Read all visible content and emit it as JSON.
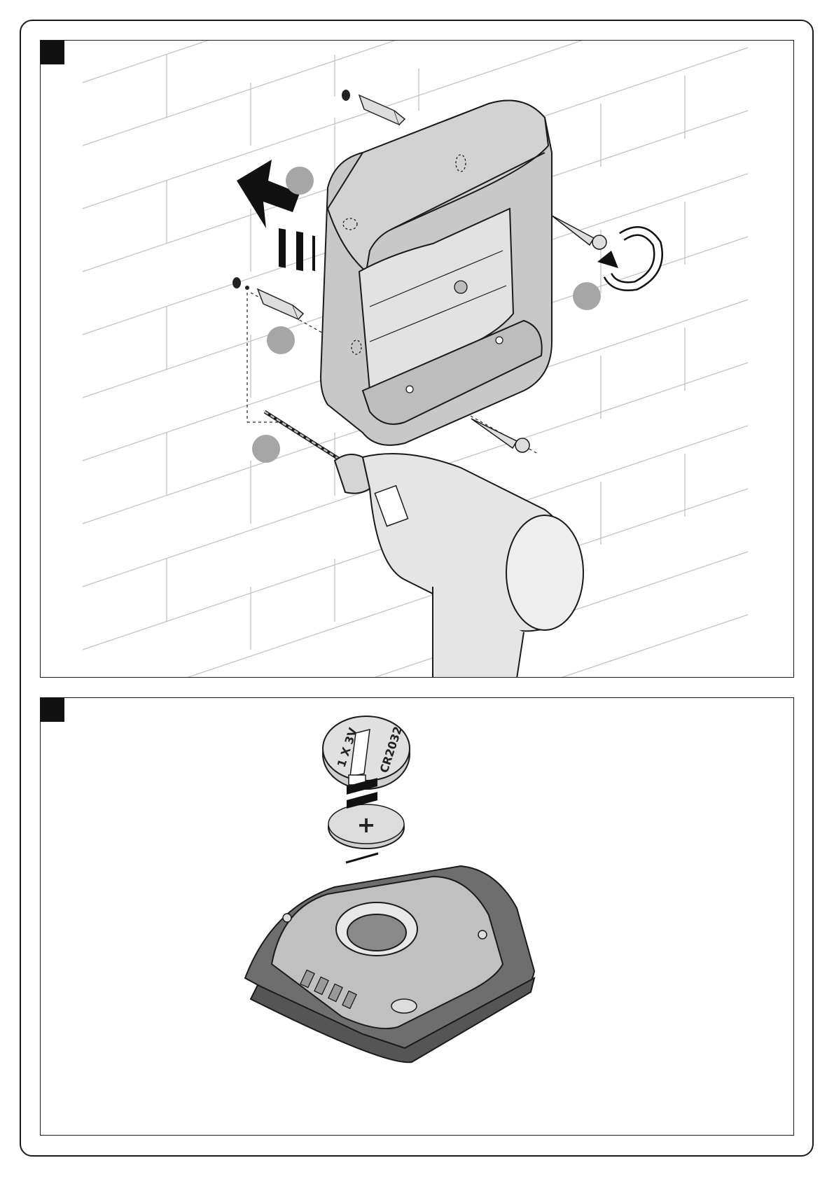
{
  "panels": [
    {
      "id": "wall-mounting",
      "step_marker": ""
    },
    {
      "id": "battery-replacement",
      "step_marker": ""
    }
  ],
  "battery_cover": {
    "line1": "1 X 3V",
    "line2": "CR2032"
  },
  "battery": {
    "polarity_symbol": "+"
  },
  "colors": {
    "line": "#1a1a1a",
    "device_fill": "#c8c8c8",
    "device_dark": "#8a8a8a",
    "callout_circle": "#a6a6a6",
    "wall_lines": "#bfbfbf"
  }
}
